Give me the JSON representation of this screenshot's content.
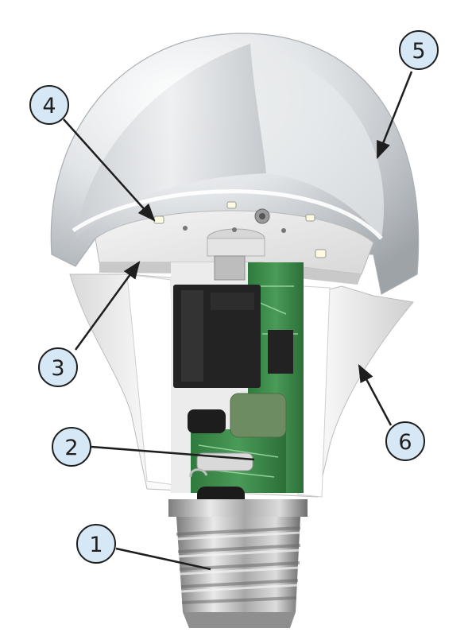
{
  "callouts": [
    {
      "id": "1",
      "label": "1"
    },
    {
      "id": "2",
      "label": "2"
    },
    {
      "id": "3",
      "label": "3"
    },
    {
      "id": "4",
      "label": "4"
    },
    {
      "id": "5",
      "label": "5"
    },
    {
      "id": "6",
      "label": "6"
    }
  ],
  "colors": {
    "callout_fill": "#d6e8f5",
    "callout_stroke": "#1e1e1e",
    "pcb_green": "#3a8a48",
    "component_black": "#222222",
    "capacitor_green": "#6e8c62",
    "housing_white": "#f2f2f2",
    "dome_grey": "#cfd4d8",
    "base_metal": "#b9b9b9"
  }
}
